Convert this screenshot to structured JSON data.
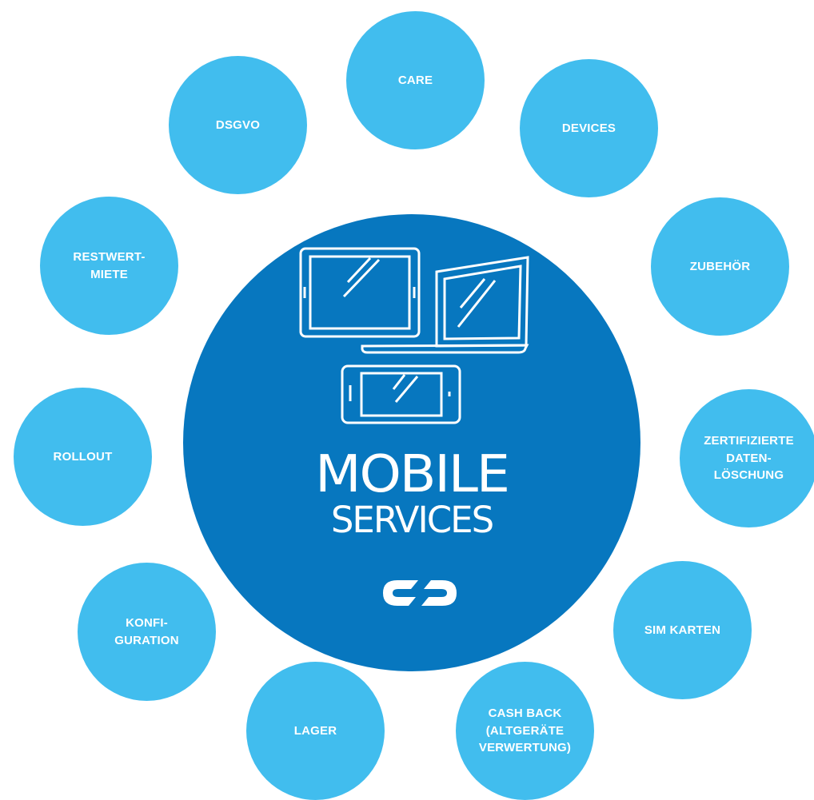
{
  "diagram": {
    "center": {
      "title_line1": "MOBILE",
      "title_line2": "SERVICES",
      "illustration_icons": [
        "tablet-icon",
        "laptop-icon",
        "smartphone-icon"
      ],
      "logo_icon": "link-chain-logo-icon"
    },
    "nodes": [
      {
        "id": "care",
        "label": "CARE"
      },
      {
        "id": "devices",
        "label": "DEVICES"
      },
      {
        "id": "zubehoer",
        "label": "ZUBEHÖR"
      },
      {
        "id": "datenloeschung",
        "label": "ZERTIFIZIERTE\nDATEN-\nLÖSCHUNG"
      },
      {
        "id": "sim-karten",
        "label": "SIM KARTEN"
      },
      {
        "id": "cash-back",
        "label": "CASH BACK\n(ALTGERÄTE\nVERWERTUNG)"
      },
      {
        "id": "lager",
        "label": "LAGER"
      },
      {
        "id": "konfiguration",
        "label": "KONFI-\nGURATION"
      },
      {
        "id": "rollout",
        "label": "ROLLOUT"
      },
      {
        "id": "restwertmiete",
        "label": "RESTWERT-\nMIETE"
      },
      {
        "id": "dsgvo",
        "label": "DSGVO"
      }
    ],
    "colors": {
      "center": "#0777bf",
      "nodes": "#41bdee",
      "text": "#ffffff",
      "background": "#ffffff"
    }
  }
}
